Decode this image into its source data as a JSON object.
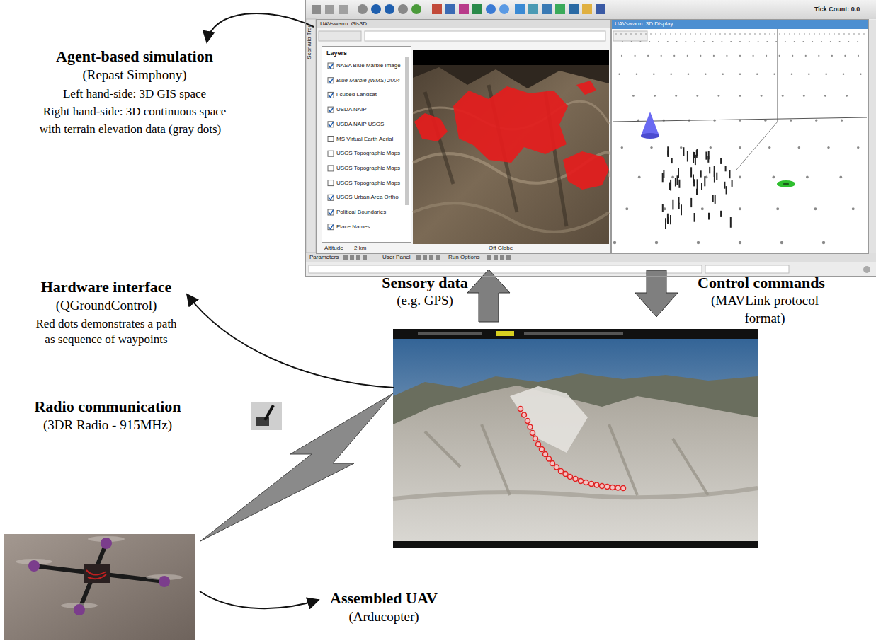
{
  "diagram": {
    "nodes": [
      {
        "text": [
          "Tick Count: 0.0"
        ]
      },
      {
        "text": [
          "UAVswarm: Gis3D"
        ],
        "in": 0
      },
      {
        "text": [
          "Layers",
          "NASA Blue Marble Image",
          "Blue Marble (WMS) 2004",
          "i-cubed Landsat",
          "USDA NAIP",
          "USDA NAIP USGS",
          "MS Virtual Earth Aerial",
          "USGS Topographic Maps",
          "USGS Topographic Maps",
          "USGS Topographic Maps",
          "USGS Urban Area Ortho",
          "Political Boundaries",
          "Place Names"
        ],
        "in": 1
      },
      {
        "text": [
          "UAVswarm: 3D Display"
        ],
        "in": 0
      }
    ],
    "labels": [
      "Scenario Tree",
      "Altitude",
      "2 km",
      "Off Globe",
      "Parameters",
      "User Panel",
      "Run Options",
      "Agent-based simulation",
      "(Repast Simphony)",
      "Left hand-side: 3D GIS space",
      "Right hand-side: 3D continuous space",
      "with terrain elevation data (gray dots)",
      "Sensory data",
      "(e.g. GPS)",
      "Control commands",
      "(MAVLink protocol format)",
      "Hardware interface",
      "(QGroundControl)",
      "Red dots demonstrates a path as sequence of waypoints",
      "Radio communication",
      "(3DR Radio - 915MHz)",
      "Assembled UAV",
      "(Arducopter)"
    ]
  }
}
